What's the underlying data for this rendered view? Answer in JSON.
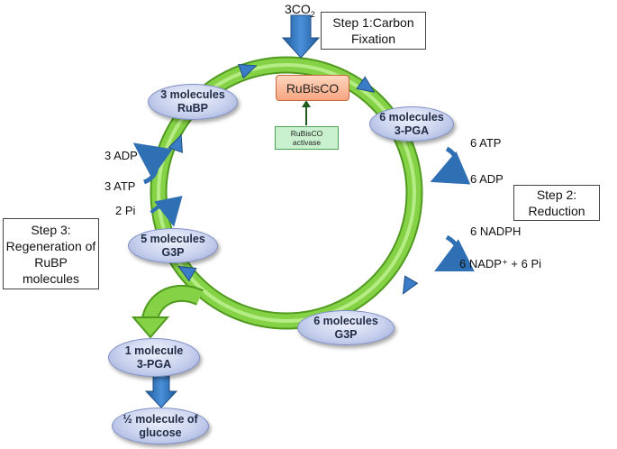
{
  "inputs": {
    "co2_label": "3CO",
    "co2_sub": "2"
  },
  "steps": {
    "step1": [
      "Step 1:Carbon",
      "Fixation"
    ],
    "step2": [
      "Step 2:",
      "Reduction"
    ],
    "step3": [
      "Step 3:",
      "Regeneration of",
      "RuBP",
      "molecules"
    ]
  },
  "enzymes": {
    "rubisco": "RuBisCO",
    "activase": [
      "RuBisCO",
      "activase"
    ]
  },
  "nodes": {
    "rubp": [
      "3 molecules",
      "RuBP"
    ],
    "pga6": [
      "6 molecules",
      "3-PGA"
    ],
    "g3p6": [
      "6 molecules",
      "G3P"
    ],
    "g3p5": [
      "5 molecules",
      "G3P"
    ],
    "pga1": [
      "1 molecule",
      "3-PGA"
    ],
    "glucose": [
      "½ molecule of",
      "glucose"
    ]
  },
  "cofactors": {
    "atp6": "6 ATP",
    "adp6": "6 ADP",
    "nadph6": "6 NADPH",
    "nadp6": "6 NADP⁺ + 6 Pi",
    "adp3": "3 ADP",
    "atp3": "3 ATP",
    "pi2": "2 Pi"
  },
  "colors": {
    "ring": "#7fcf3c",
    "ring_edge": "#4f9a1e",
    "arrow_blue": "#2f6fb3",
    "node_fill": "#c9d2ee"
  }
}
